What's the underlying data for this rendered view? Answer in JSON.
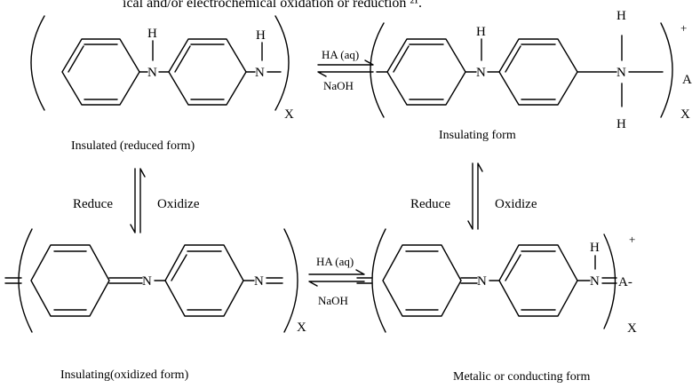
{
  "header_text": "ical and/or electrochemical oxidation or reduction ²¹.",
  "atoms": {
    "H": "H",
    "N": "N",
    "X": "X",
    "A": "A",
    "A_minus": "A-",
    "plus": "+"
  },
  "reagents": {
    "acid": "HA (aq)",
    "base": "NaOH"
  },
  "redox": {
    "reduce": "Reduce",
    "oxidize": "Oxidize"
  },
  "captions": {
    "top_left": "Insulated (reduced form)",
    "top_right": "Insulating form",
    "bottom_left": "Insulating(oxidized form)",
    "bottom_right": "Metalic or conducting form"
  }
}
